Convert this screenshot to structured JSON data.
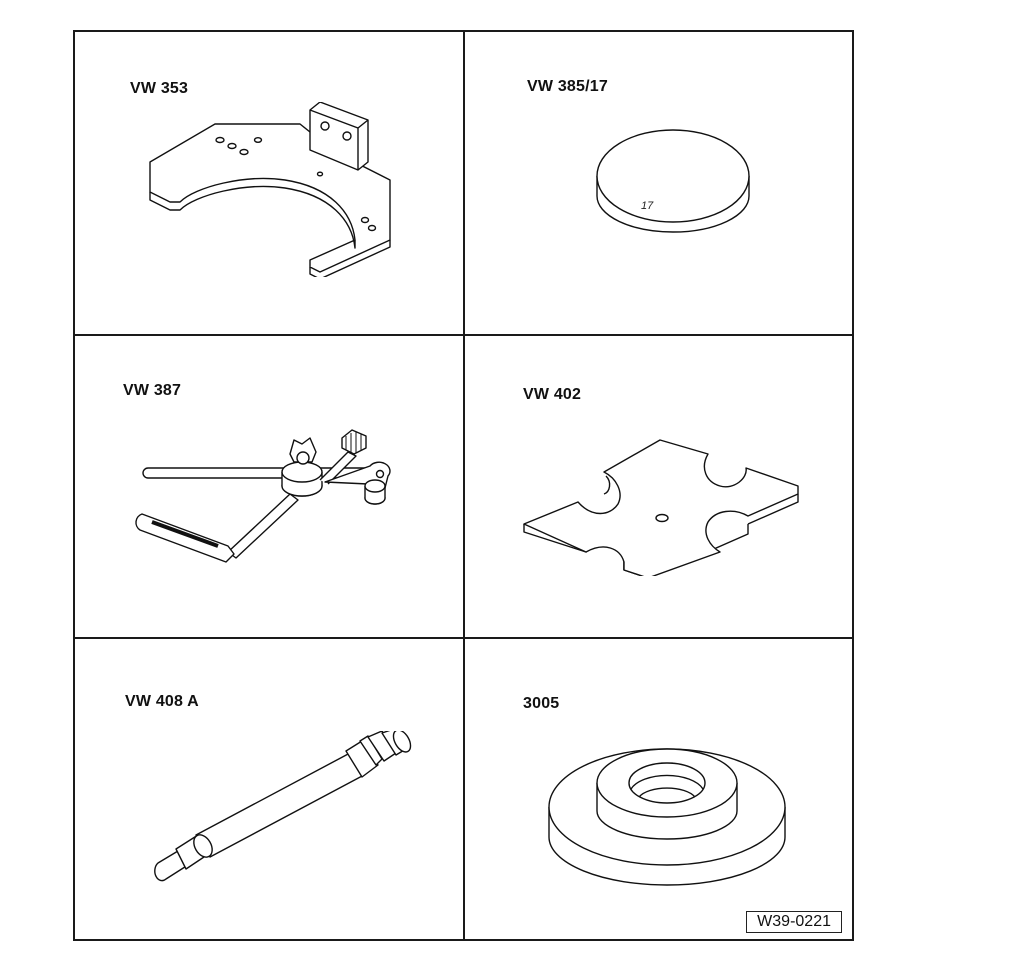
{
  "tools": [
    {
      "label": "VW 353",
      "icon": "bracket-icon"
    },
    {
      "label": "VW 385/17",
      "icon": "disc-icon"
    },
    {
      "label": "VW 387",
      "icon": "dial-gauge-holder-icon"
    },
    {
      "label": "VW 402",
      "icon": "cross-plate-icon"
    },
    {
      "label": "VW 408 A",
      "icon": "drift-shaft-icon"
    },
    {
      "label": "3005",
      "icon": "stepped-ring-icon"
    }
  ],
  "disc_marking": "17",
  "figure_code": "W39-0221"
}
